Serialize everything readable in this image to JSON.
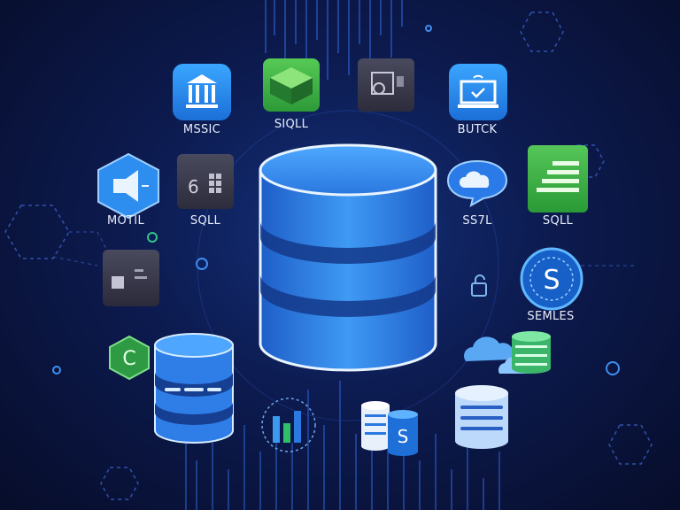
{
  "labels": {
    "music": "MSSIC",
    "sqll_top": "SIQLL",
    "butck": "BUTCK",
    "motil": "MOTIL",
    "sqll_left": "SQLL",
    "ssyl": "SS7L",
    "sqll_right": "SQLL",
    "semles": "SEMLES"
  },
  "icon_glyphs": {
    "sql_badge": "S",
    "sharepoint_badge": "S",
    "c_badge": "C",
    "number_six": "6"
  },
  "colors": {
    "background": "#0a1030",
    "primary_blue": "#2f8cf0",
    "green": "#3fb54a",
    "dark_box": "#3a3a4e",
    "glow": "#5fb8ff"
  },
  "icons": [
    "bank-icon",
    "green-box-icon",
    "dark-box-icon",
    "laptop-icon",
    "megaphone-icon",
    "dark-grid-box-icon",
    "cloud-chat-icon",
    "green-sheet-icon",
    "dark-cube-icon",
    "sql-s-icon",
    "small-lock-icon",
    "c-hex-icon",
    "cloud-db-icon",
    "chart-icon",
    "sharepoint-icon",
    "db-stack-icon",
    "main-database-icon",
    "left-database-icon"
  ]
}
